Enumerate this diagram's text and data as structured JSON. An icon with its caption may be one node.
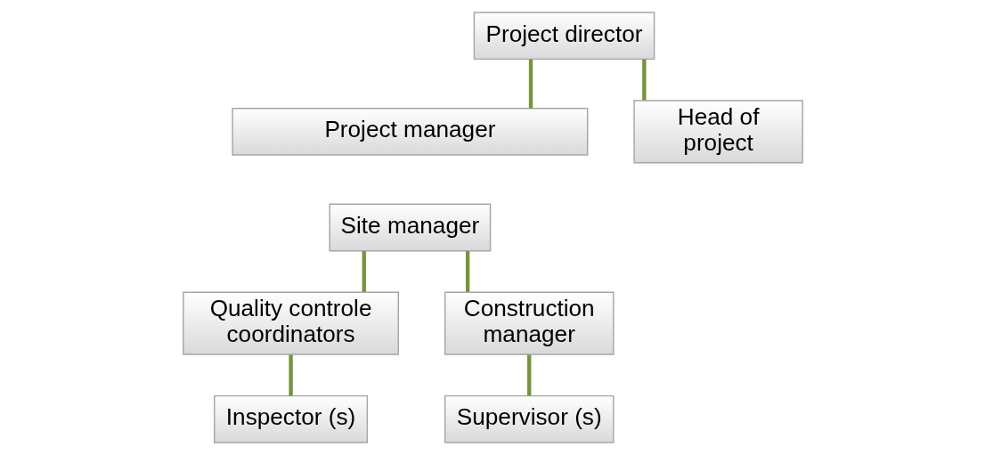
{
  "diagram": {
    "nodes": [
      {
        "text": [
          "Project director"
        ]
      },
      {
        "text": [
          "Project manager"
        ]
      },
      {
        "text": [
          "Head of project"
        ]
      },
      {
        "text": [
          "Site manager"
        ]
      },
      {
        "text": [
          "Quality controle coordinators"
        ]
      },
      {
        "text": [
          "Construction manager"
        ]
      },
      {
        "text": [
          "Inspector (s)"
        ]
      },
      {
        "text": [
          "Supervisor (s)"
        ]
      }
    ],
    "edges": [
      {
        "from": 0,
        "to": 1,
        "arrow": "none"
      },
      {
        "from": 0,
        "to": 2,
        "arrow": "none"
      },
      {
        "from": 3,
        "to": 4,
        "arrow": "none"
      },
      {
        "from": 3,
        "to": 5,
        "arrow": "none"
      },
      {
        "from": 4,
        "to": 6,
        "arrow": "none"
      },
      {
        "from": 5,
        "to": 7,
        "arrow": "none"
      }
    ]
  }
}
